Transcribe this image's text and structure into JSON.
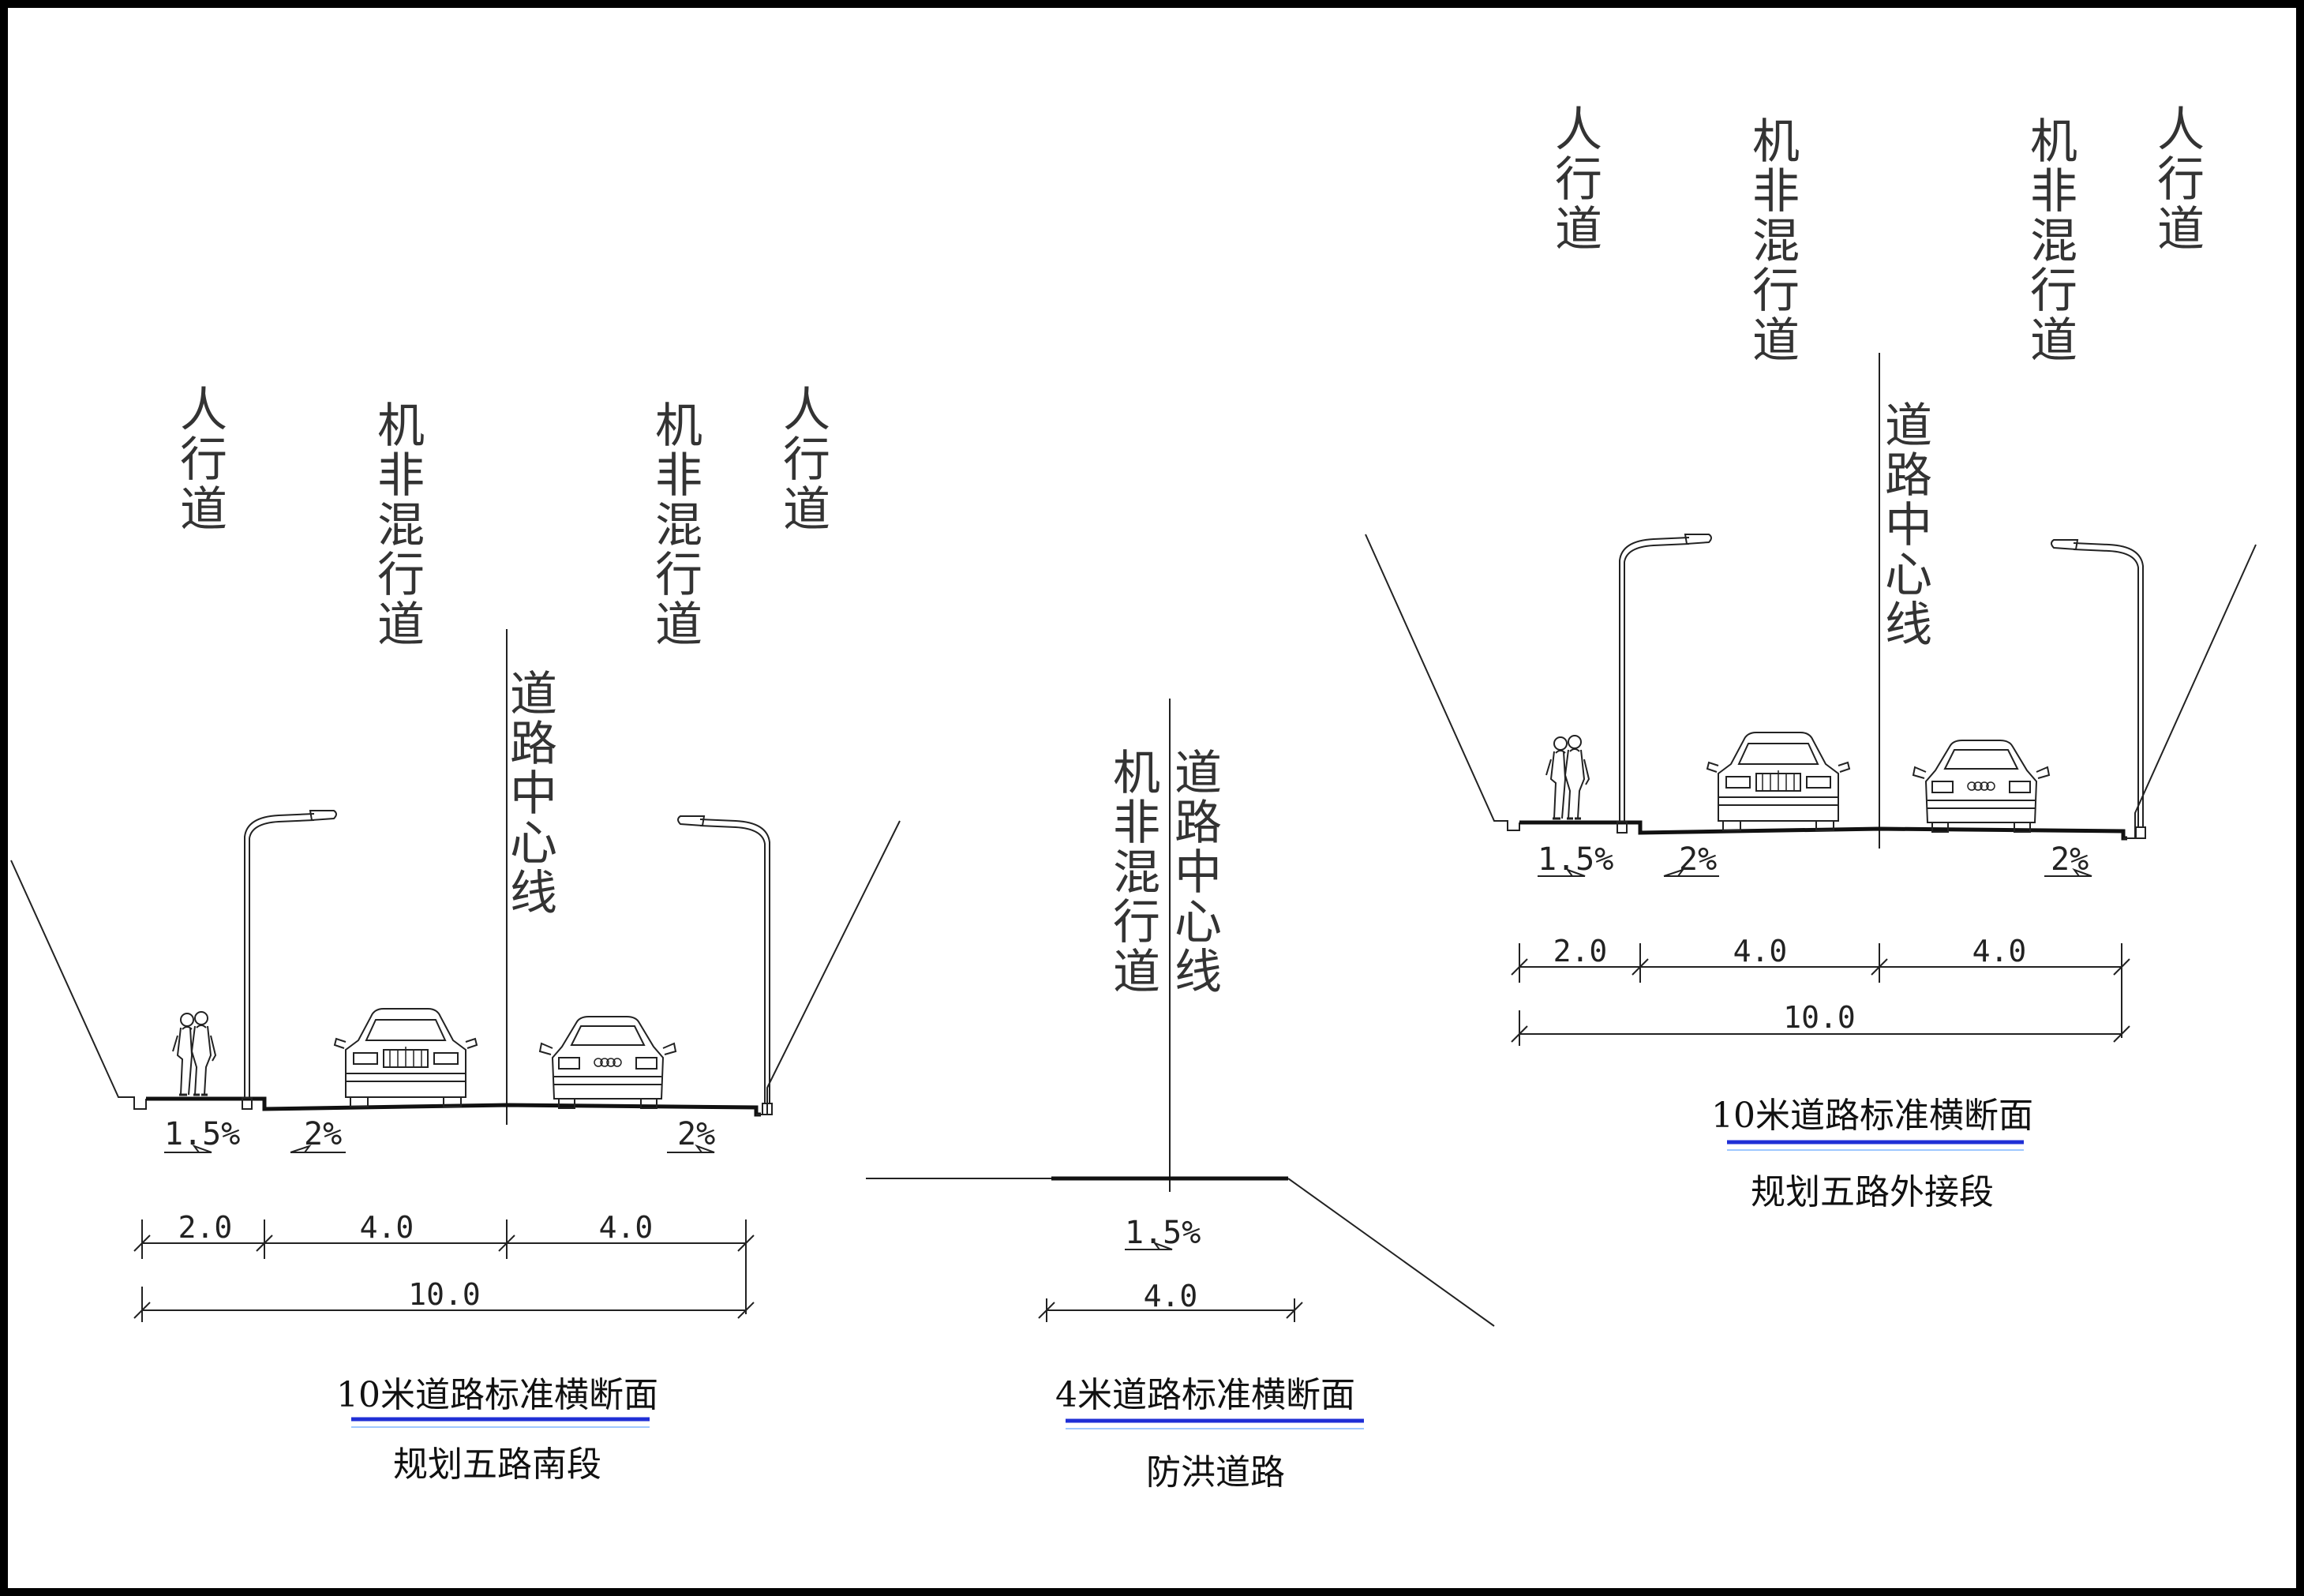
{
  "sections": [
    {
      "id": "left",
      "labels": {
        "sidewalk_left": "人行道",
        "lane_left": "机非混行道",
        "centerline": "道路中心线",
        "lane_right": "机非混行道",
        "sidewalk_right": "人行道"
      },
      "slopes": [
        "1.5%",
        "2%",
        "2%"
      ],
      "dims_top": [
        "2.0",
        "4.0",
        "4.0"
      ],
      "dim_total": "10.0",
      "title": "10米道路标准横断面",
      "subtitle": "规划五路南段"
    },
    {
      "id": "middle",
      "labels": {
        "lane": "机非混行道",
        "centerline": "道路中心线"
      },
      "slopes": [
        "1.5%"
      ],
      "dim_total": "4.0",
      "title": "4米道路标准横断面",
      "subtitle": "防洪道路"
    },
    {
      "id": "right",
      "labels": {
        "sidewalk_left": "人行道",
        "lane_left": "机非混行道",
        "centerline": "道路中心线",
        "lane_right": "机非混行道",
        "sidewalk_right": "人行道"
      },
      "slopes": [
        "1.5%",
        "2%",
        "2%"
      ],
      "dims_top": [
        "2.0",
        "4.0",
        "4.0"
      ],
      "dim_total": "10.0",
      "title": "10米道路标准横断面",
      "subtitle": "规划五路外接段"
    }
  ],
  "colors": {
    "underline": "#1f2fd6",
    "underline_light": "#9ec8ff",
    "line": "#222222",
    "frame": "#000000"
  },
  "icons": [
    "pedestrian-icon",
    "streetlight-icon",
    "car-front-icon",
    "car-rear-icon"
  ]
}
